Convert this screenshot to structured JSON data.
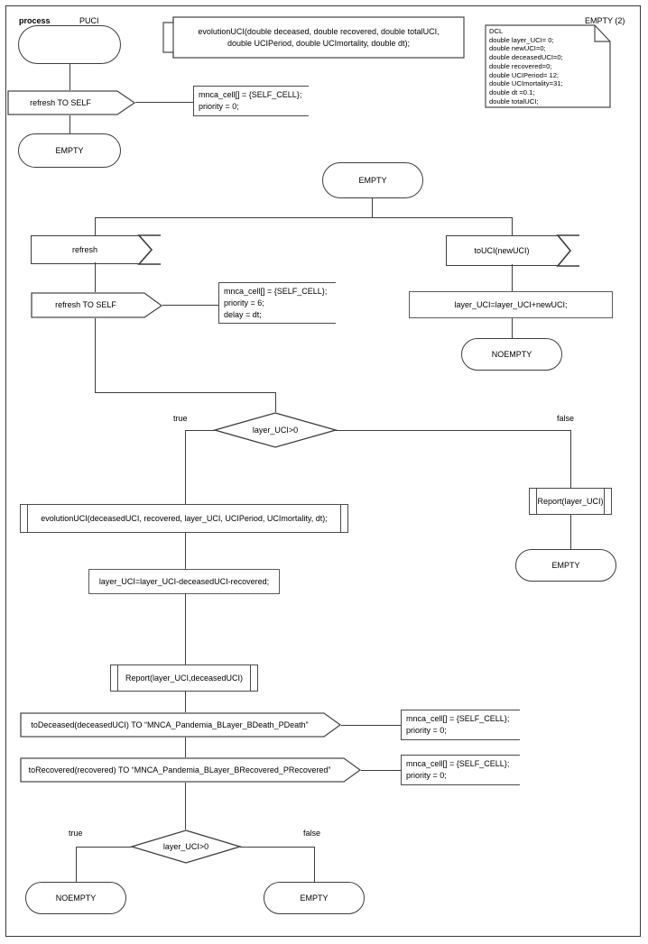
{
  "diagram": {
    "type": "SDL process diagram",
    "header": {
      "keyword": "process",
      "name": "PUCI",
      "page_indicator": "EMPTY (2)"
    },
    "procedure_signature": "evolutionUCI(double deceased, double recovered, double totalUCI,\ndouble UCIPeriod, double UCImortality, double dt);",
    "declarations": {
      "title": "DCL",
      "lines": [
        "double layer_UCI= 0;",
        "double newUCI=0;",
        "double deceasedUCI=0;",
        "double recovered=0;",
        "double UCIPeriod= 12;",
        "double UCImortality=31;",
        "double dt =0.1;",
        "double totalUCI;"
      ]
    },
    "nodes": {
      "start_state": "",
      "out_refresh_self_top": "refresh TO SELF",
      "state_empty_top": "EMPTY",
      "state_empty_mid": "EMPTY",
      "in_refresh": "refresh",
      "out_refresh_self_mid": "refresh TO SELF",
      "in_touci": "toUCI(newUCI)",
      "task_add_newuci": "layer_UCI=layer_UCI+newUCI;",
      "state_noempty_right": "NOEMPTY",
      "decision_top": "layer_UCI>0",
      "proc_evolutionuci": "evolutionUCI(deceasedUCI, recovered, layer_UCI, UCIPeriod, UCImortality, dt);",
      "task_subtract": "layer_UCI=layer_UCI-deceasedUCI-recovered;",
      "proc_report_two": "Report(layer_UCI,deceasedUCI)",
      "out_todeceased": "toDeceased(deceasedUCI) TO “MNCA_Pandemia_BLayer_BDeath_PDeath”",
      "out_torecovered": "toRecovered(recovered) TO “MNCA_Pandemia_BLayer_BRecovered_PRecovered”",
      "proc_report_one": "Report(layer_UCI)",
      "state_empty_false_right": "EMPTY",
      "decision_bottom": "layer_UCI>0",
      "state_noempty_bottom": "NOEMPTY",
      "state_empty_bottom": "EMPTY"
    },
    "branch_labels": {
      "top_true": "true",
      "top_false": "false",
      "bottom_true": "true",
      "bottom_false": "false"
    },
    "comments": {
      "c1": "mnca_cell[] = {SELF_CELL};\npriority = 0;",
      "c2": "mnca_cell[] = {SELF_CELL};\npriority = 6;\ndelay = dt;",
      "c3": "mnca_cell[] = {SELF_CELL};\npriority = 0;",
      "c4": "mnca_cell[] = {SELF_CELL};\npriority = 0;"
    },
    "colors": {
      "line": "#3d3d3d",
      "frame": "#3a3a3a",
      "background": "#ffffff",
      "text": "#000000"
    }
  }
}
